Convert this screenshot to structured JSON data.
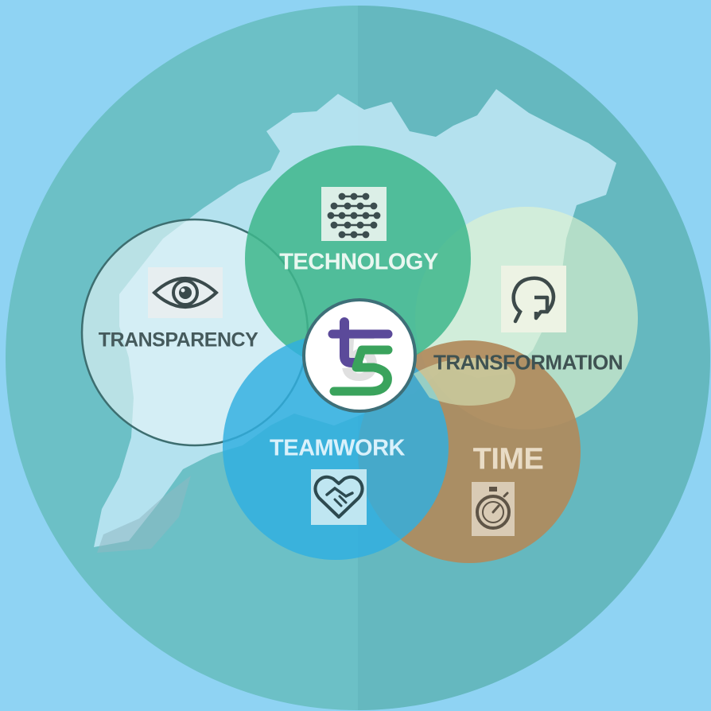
{
  "colors": {
    "background": "#8fd3f3",
    "outer_circle": "#69bfc4",
    "map_land": "#bde6f3",
    "technology": "#3fb78c",
    "transparency": "#e8f4f8",
    "transformation": "#d3ecc6",
    "time": "#b08a5c",
    "teamwork": "#2faee0",
    "logo_purple": "#5b4a9a",
    "logo_green": "#3aa35c"
  },
  "center_logo": {
    "icon": "t5-logo-icon"
  },
  "petals": {
    "technology": {
      "label": "TECHNOLOGY",
      "icon": "network-nodes-icon"
    },
    "transparency": {
      "label": "TRANSPARENCY",
      "icon": "eye-icon"
    },
    "transformation": {
      "label": "TRANSFORMATION",
      "icon": "refresh-chat-icon"
    },
    "time": {
      "label": "TIME",
      "icon": "stopwatch-icon"
    },
    "teamwork": {
      "label": "TEAMWORK",
      "icon": "heart-handshake-icon"
    }
  }
}
